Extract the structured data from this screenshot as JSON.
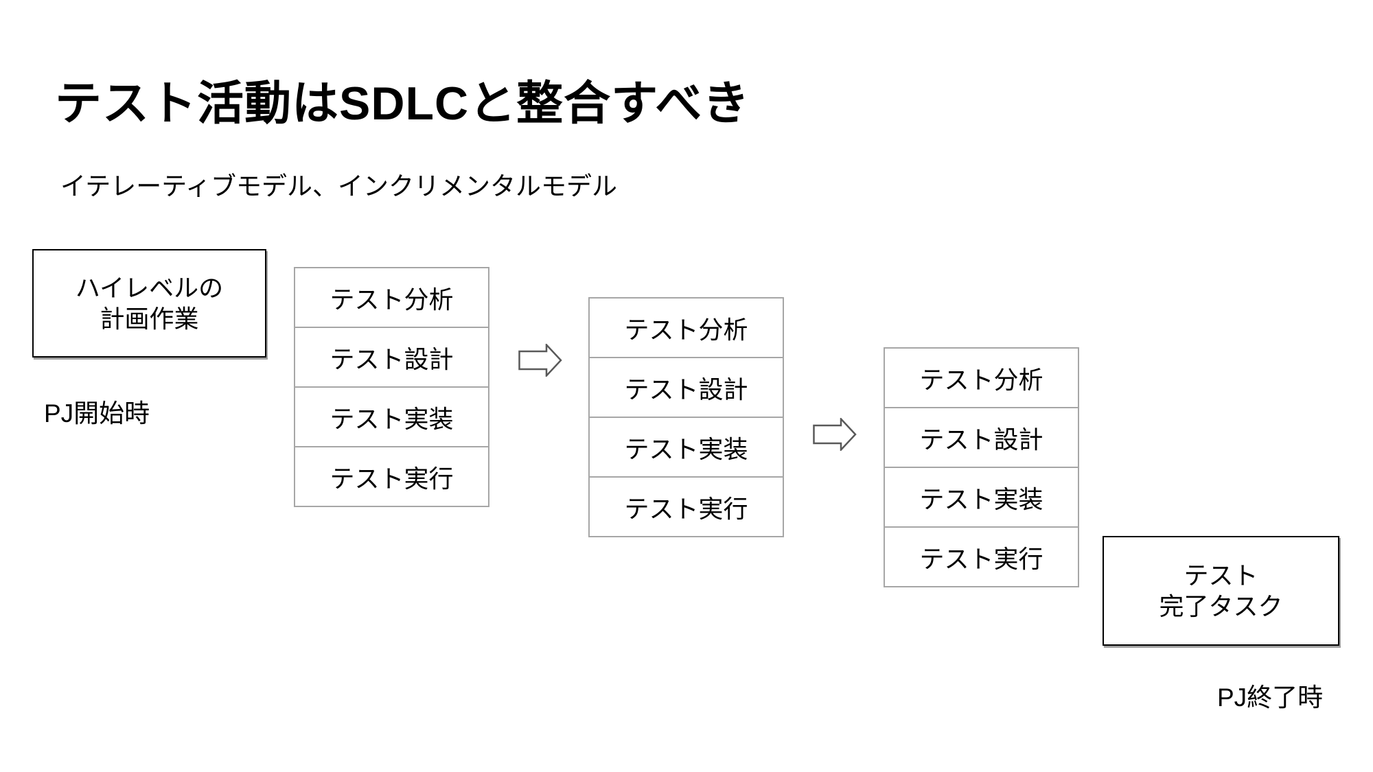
{
  "slide": {
    "title": "テスト活動はSDLCと整合すべき",
    "subtitle": "イテレーティブモデル、インクリメンタルモデル",
    "background_color": "#ffffff",
    "text_color": "#000000"
  },
  "colors": {
    "box_border": "#000000",
    "cell_border": "#a6a6a6",
    "arrow_outline": "#595959",
    "shape_fill": "#ffffff"
  },
  "planning_box": {
    "line1": "ハイレベルの",
    "line2": "計画作業"
  },
  "start_label": "PJ開始時",
  "end_label": "PJ終了時",
  "completion_box": {
    "line1": "テスト",
    "line2": "完了タスク"
  },
  "iterations": [
    {
      "steps": [
        "テスト分析",
        "テスト設計",
        "テスト実装",
        "テスト実行"
      ]
    },
    {
      "steps": [
        "テスト分析",
        "テスト設計",
        "テスト実装",
        "テスト実行"
      ]
    },
    {
      "steps": [
        "テスト分析",
        "テスト設計",
        "テスト実装",
        "テスト実行"
      ]
    }
  ],
  "icons": {
    "arrow": "right-block-arrow"
  }
}
